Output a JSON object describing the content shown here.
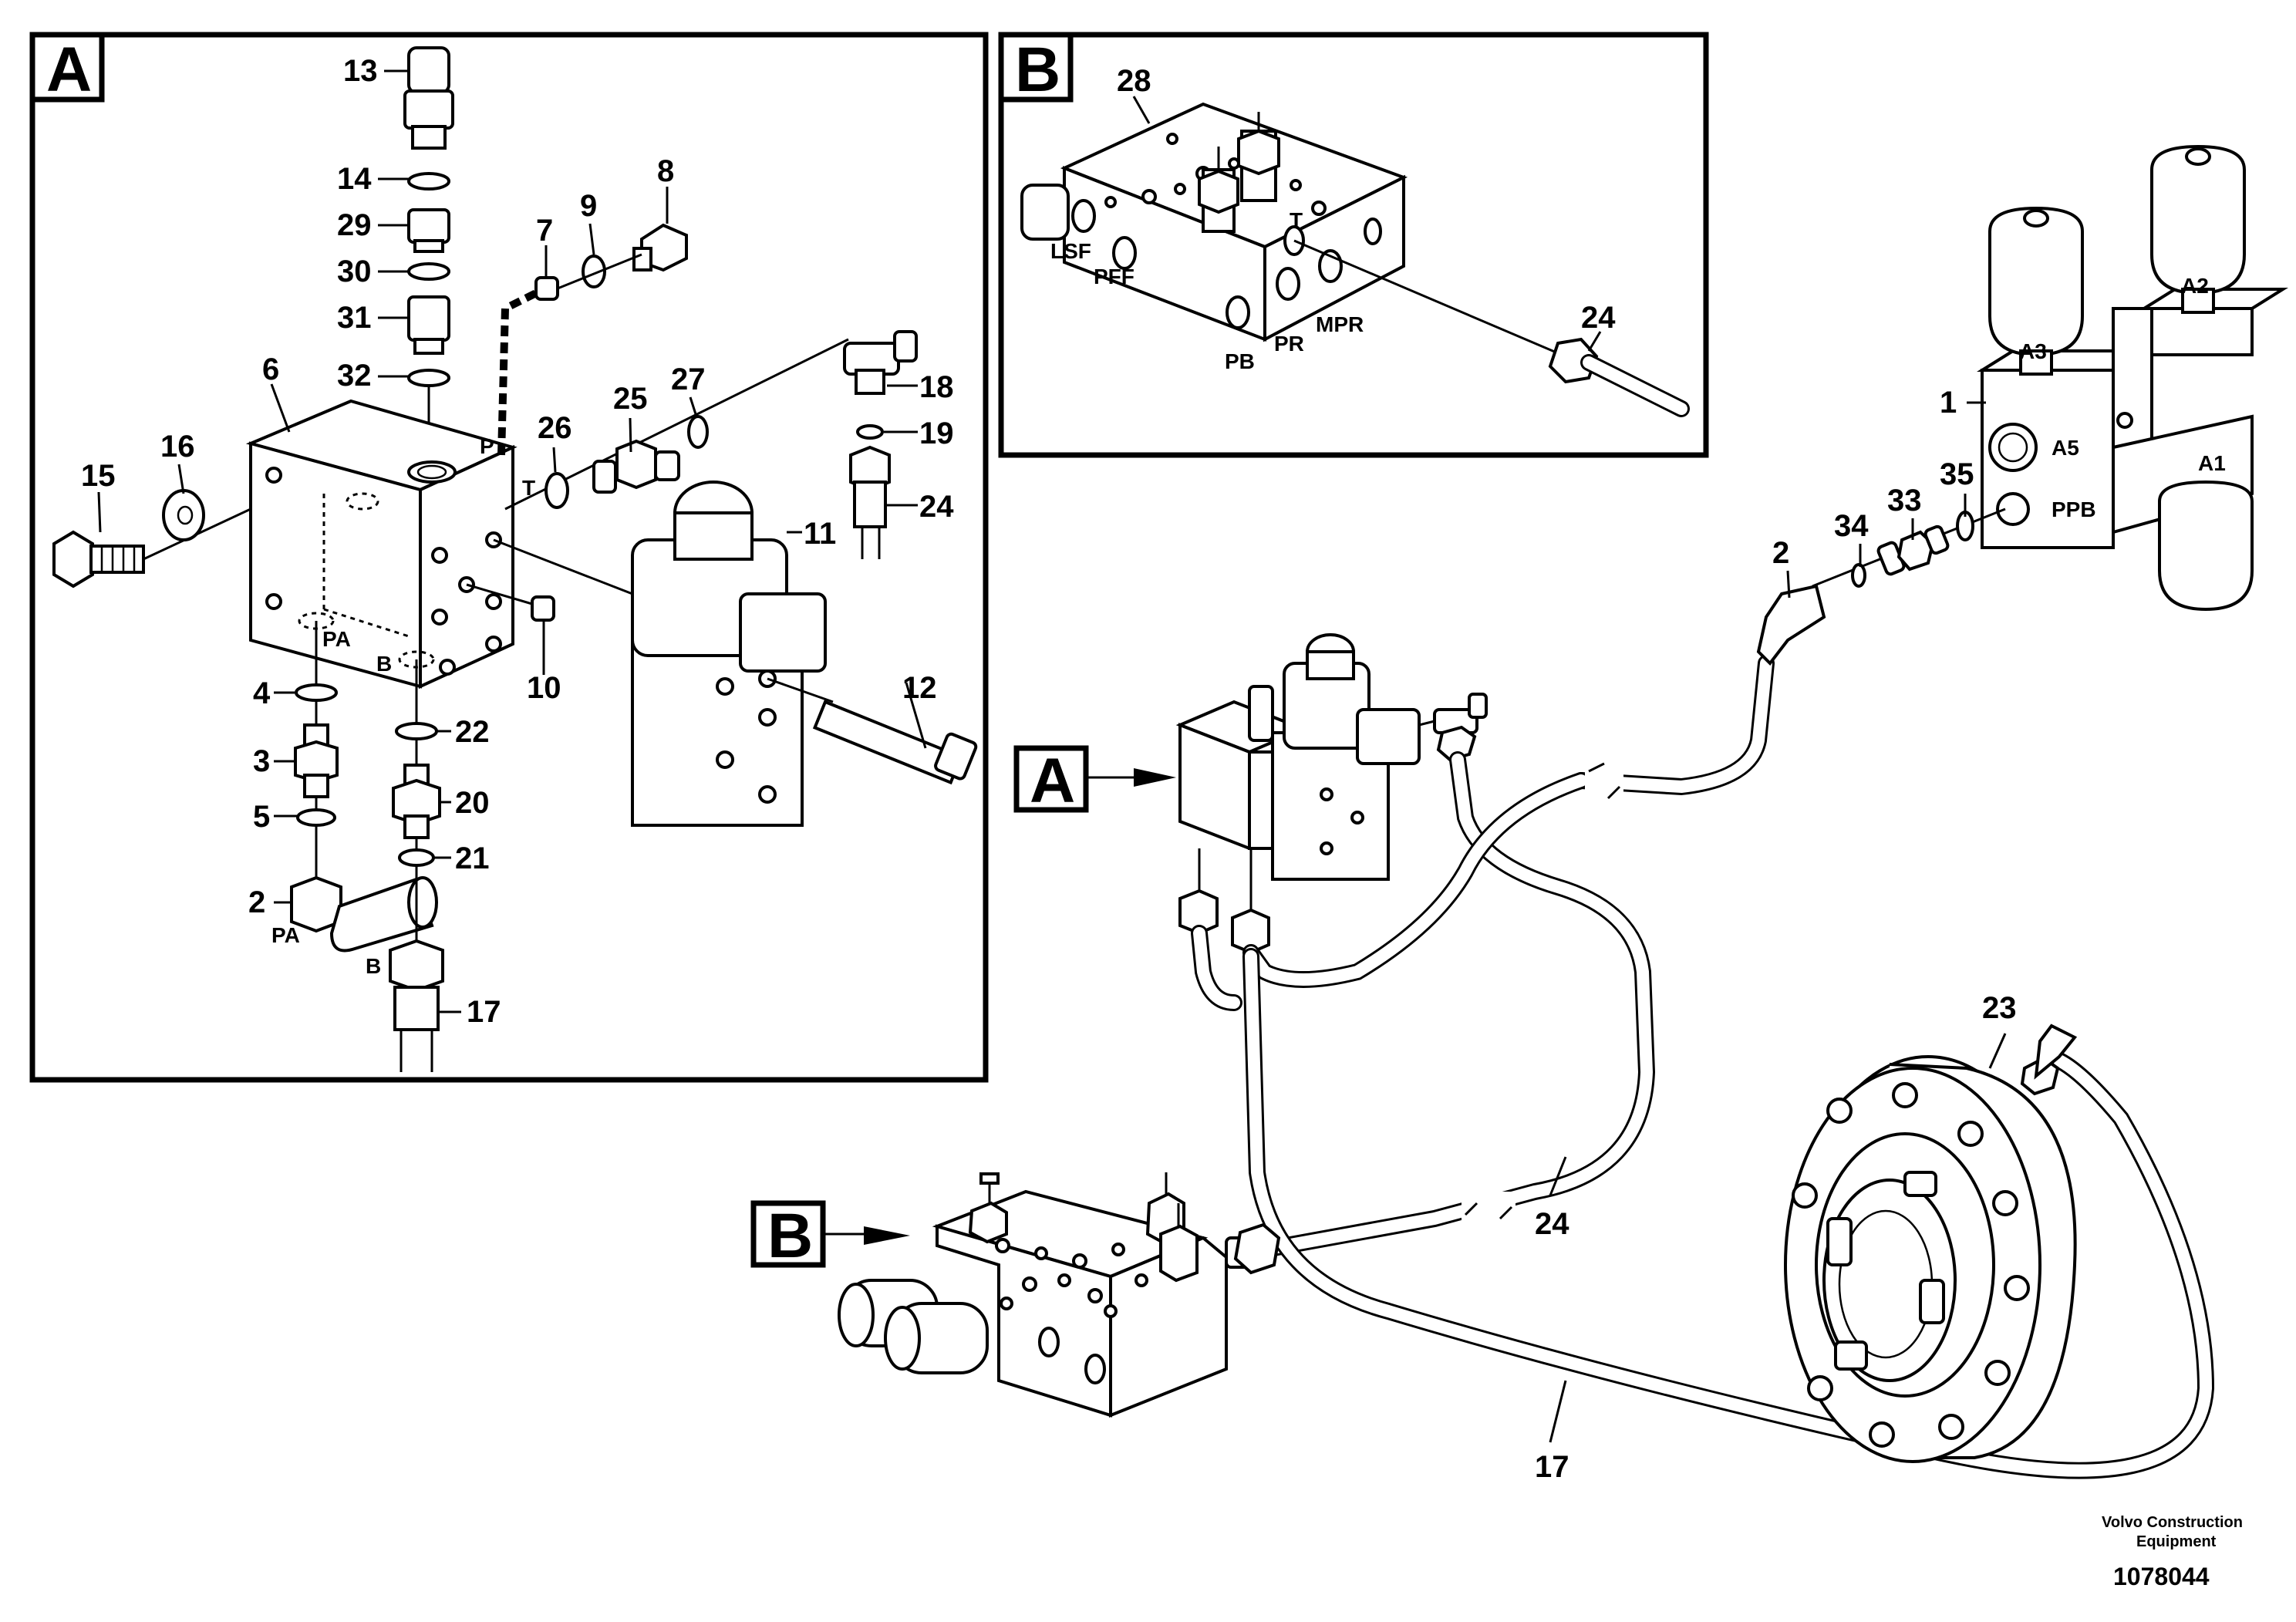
{
  "detail_a": {
    "tag": "A",
    "callouts": [
      "13",
      "14",
      "29",
      "30",
      "31",
      "32",
      "6",
      "16",
      "15",
      "7",
      "9",
      "8",
      "26",
      "25",
      "27",
      "18",
      "19",
      "24",
      "11",
      "10",
      "12",
      "4",
      "3",
      "5",
      "2",
      "22",
      "20",
      "21",
      "17"
    ],
    "ports": [
      "P",
      "T",
      "PA",
      "B",
      "PA",
      "B"
    ]
  },
  "detail_b": {
    "tag": "B",
    "callouts": [
      "28",
      "24"
    ],
    "ports": [
      "LSF",
      "PFF",
      "T",
      "PB",
      "PR",
      "MPR"
    ]
  },
  "main": {
    "tag_a": "A",
    "tag_b": "B",
    "callouts": [
      "1",
      "2",
      "34",
      "33",
      "35",
      "23",
      "24",
      "17"
    ],
    "ports": [
      "A3",
      "A2",
      "A5",
      "A1",
      "PPB"
    ]
  },
  "footer": {
    "company_line1": "Volvo Construction",
    "company_line2": "Equipment",
    "drawing_number": "1078044"
  }
}
